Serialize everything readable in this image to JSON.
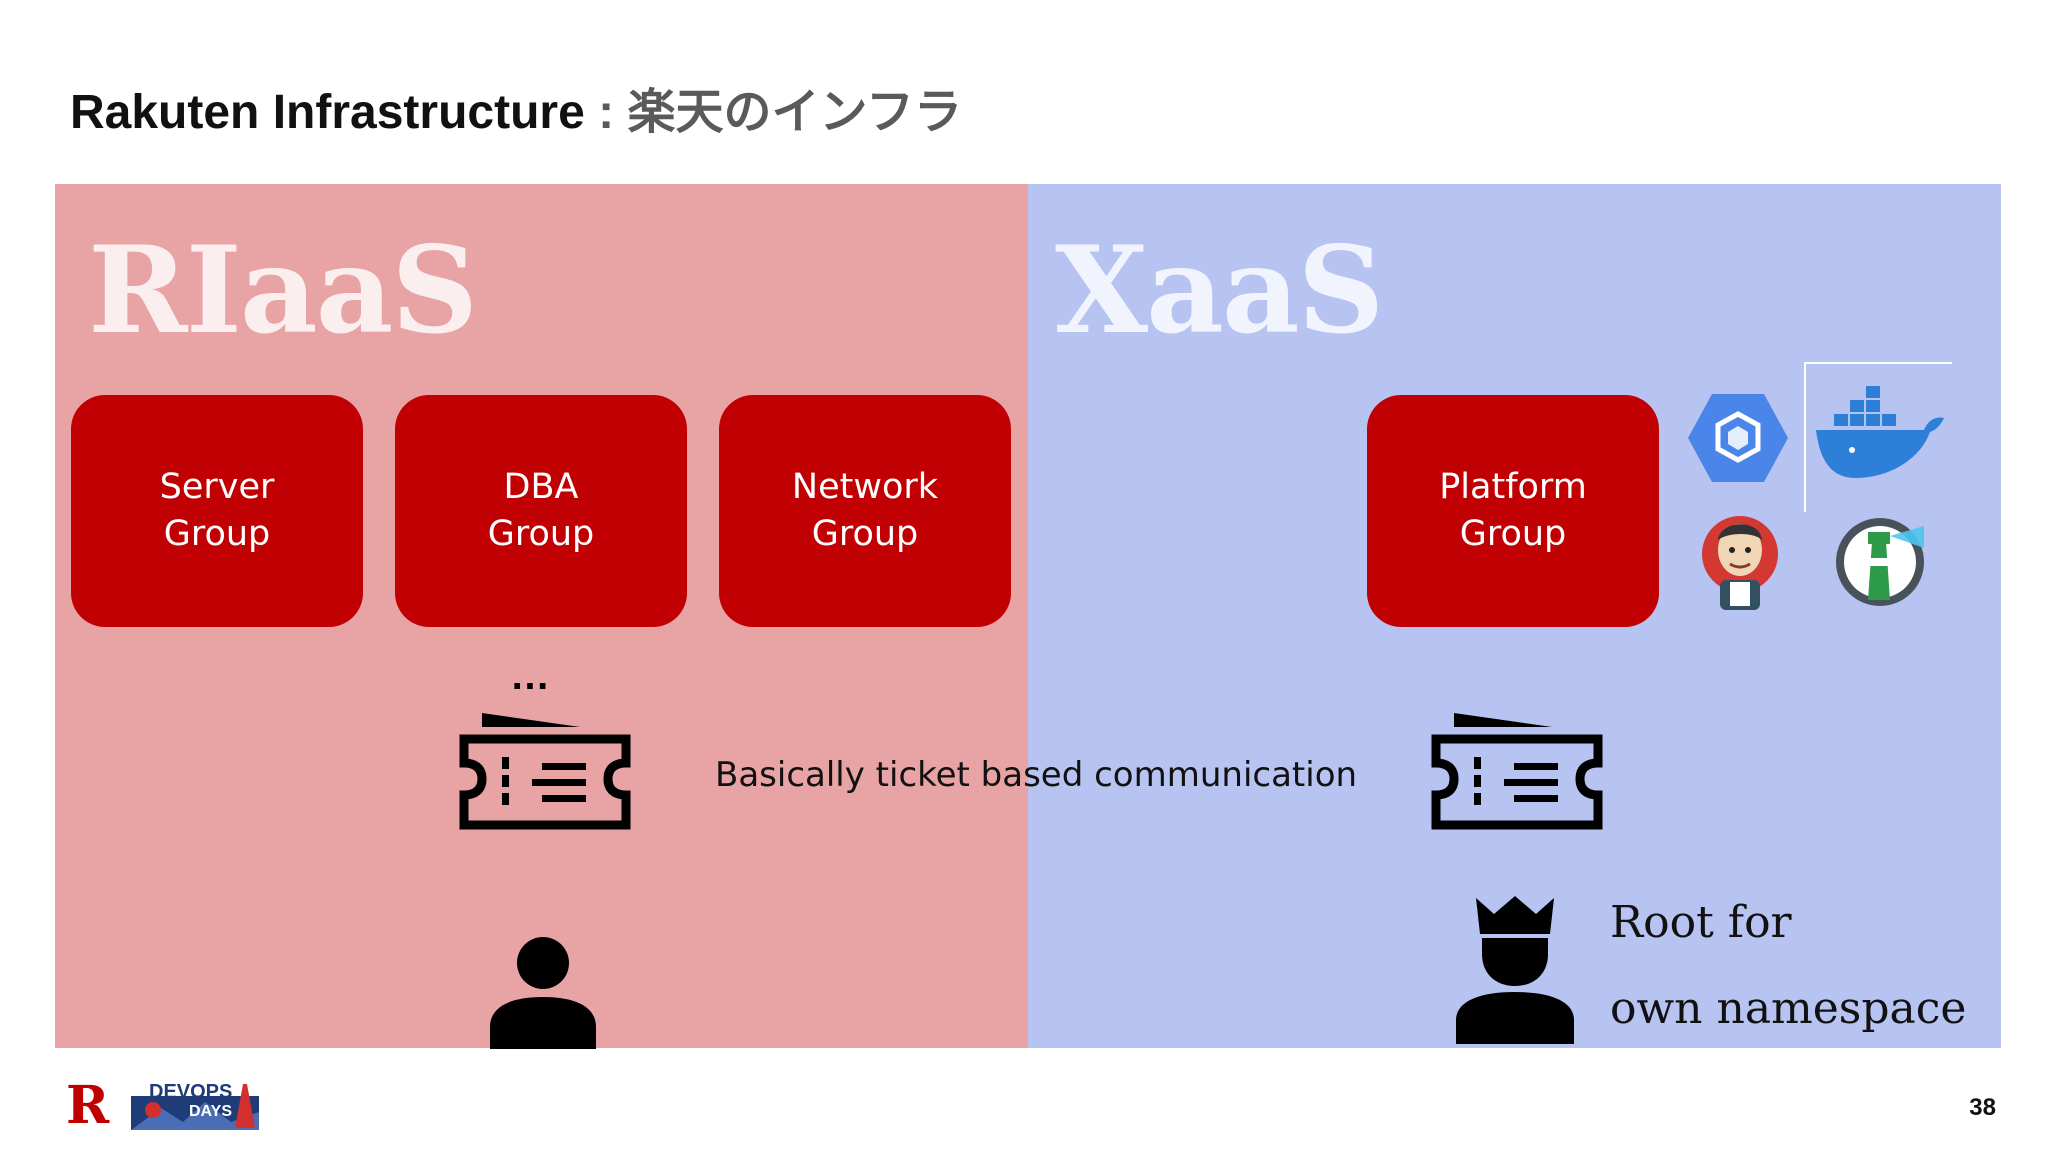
{
  "header": {
    "title": "Rakuten Infrastructure",
    "subtitle": " : 楽天のインフラ"
  },
  "left_panel": {
    "label": "RIaaS",
    "color": "#e8a3a5",
    "groups": [
      {
        "line1": "Server",
        "line2": "Group"
      },
      {
        "line1": "DBA",
        "line2": "Group"
      },
      {
        "line1": "Network",
        "line2": "Group"
      }
    ],
    "ellipsis": "…"
  },
  "right_panel": {
    "label": "XaaS",
    "color": "#b7c3f1",
    "groups": [
      {
        "line1": "Platform",
        "line2": "Group"
      }
    ],
    "tools": [
      "kubernetes-hex-icon",
      "docker-whale-icon",
      "jenkins-icon",
      "lighthouse-icon"
    ],
    "root_line1": "Root for",
    "root_line2": "own namespace"
  },
  "communication_text": "Basically ticket based communication",
  "footer": {
    "logo_letter": "R",
    "devops_line1": "DEVOPS",
    "devops_line2": "DAYS",
    "page_number": "38"
  },
  "colors": {
    "accent_red": "#c00003",
    "brand_red": "#bf0000"
  }
}
